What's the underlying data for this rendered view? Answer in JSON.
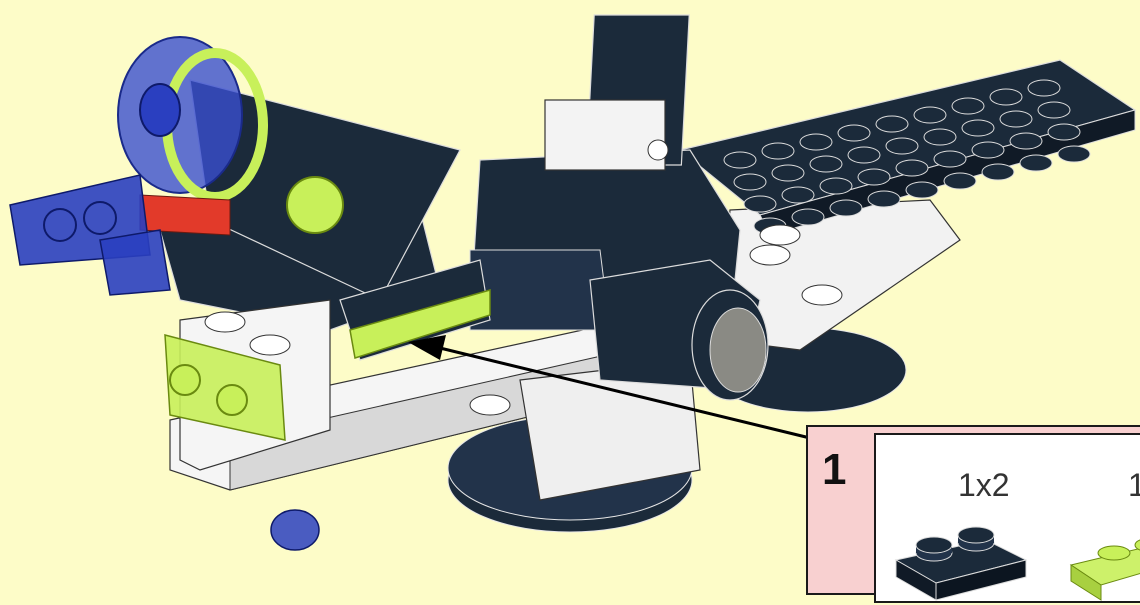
{
  "instruction_step": {
    "step_number": "1",
    "parts": [
      {
        "label": "1x2",
        "color": "#1b2a3a",
        "part": "plate-1x2"
      },
      {
        "label": "1",
        "color": "#c8f05a",
        "part": "plate-1x2-trans"
      }
    ]
  },
  "colors": {
    "background": "#fdfcc8",
    "dark_bluish": "#1b2a3a",
    "white": "#ffffff",
    "trans_yellow_green": "#c8f05a",
    "trans_blue": "#2a3fc0",
    "red": "#e23a2a",
    "panel_pink": "#f8d0d0"
  },
  "callout": {
    "arrow": "arrow-icon"
  }
}
